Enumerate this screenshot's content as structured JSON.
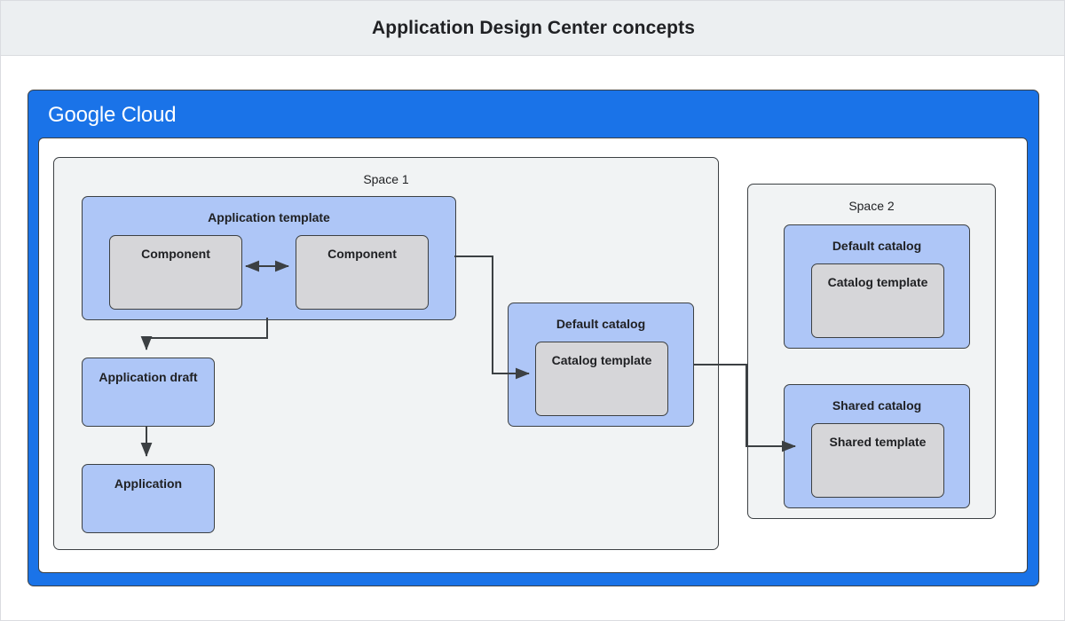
{
  "header": {
    "title": "Application Design Center concepts"
  },
  "cloud": {
    "logo_google": "Google",
    "logo_cloud": "Cloud"
  },
  "space1": {
    "label": "Space 1",
    "application_template": {
      "label": "Application template",
      "components": [
        {
          "label": "Component"
        },
        {
          "label": "Component"
        }
      ]
    },
    "application_draft": {
      "label": "Application draft"
    },
    "application": {
      "label": "Application"
    },
    "default_catalog": {
      "label": "Default catalog",
      "catalog_template": {
        "label": "Catalog template"
      }
    }
  },
  "space2": {
    "label": "Space 2",
    "default_catalog": {
      "label": "Default catalog",
      "catalog_template": {
        "label": "Catalog template"
      }
    },
    "shared_catalog": {
      "label": "Shared catalog",
      "shared_template": {
        "label": "Shared template"
      }
    }
  },
  "colors": {
    "header_bg": "#eceff1",
    "cloud_blue": "#1a73e8",
    "box_blue": "#aec6f7",
    "box_gray": "#d6d6d9",
    "space_bg": "#f1f3f4",
    "stroke": "#3c4043",
    "text": "#202124"
  },
  "connectors": [
    {
      "name": "component-to-component",
      "kind": "bidirectional"
    },
    {
      "name": "application-template-to-application-draft",
      "kind": "arrow"
    },
    {
      "name": "application-draft-to-application",
      "kind": "arrow"
    },
    {
      "name": "application-template-to-default-catalog",
      "kind": "arrow"
    },
    {
      "name": "default-catalog-to-shared-catalog",
      "kind": "arrow"
    }
  ]
}
